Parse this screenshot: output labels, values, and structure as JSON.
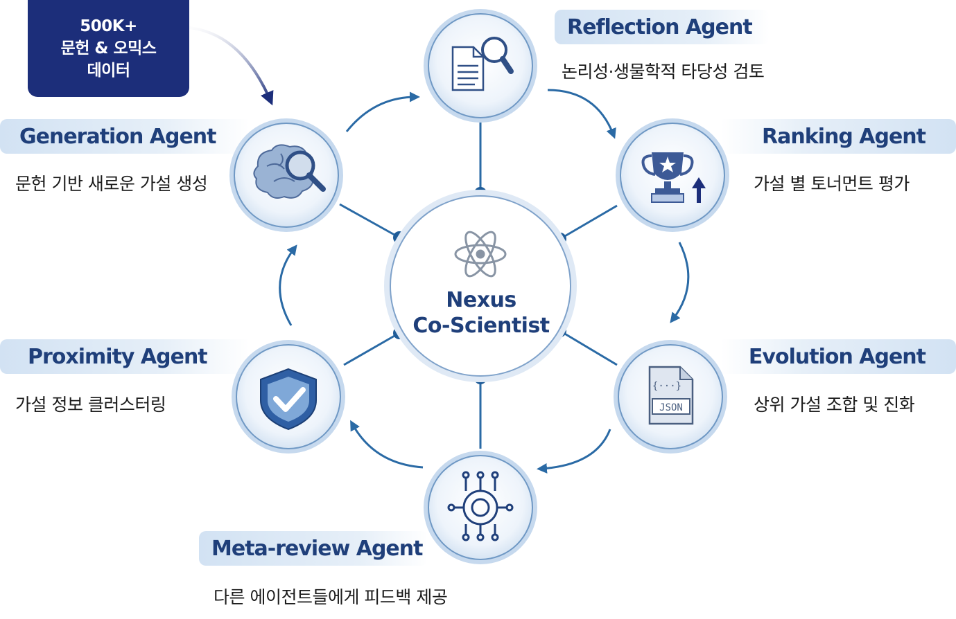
{
  "data_source": {
    "line1": "500K+",
    "line2": "문헌 & 오믹스",
    "line3": "데이터"
  },
  "center": {
    "line1": "Nexus",
    "line2": "Co-Scientist",
    "icon": "atom-icon"
  },
  "agents": {
    "reflection": {
      "title": "Reflection Agent",
      "desc": "논리성·생물학적 타당성 검토",
      "icon": "document-search-icon"
    },
    "ranking": {
      "title": "Ranking Agent",
      "desc": "가설 별 토너먼트 평가",
      "icon": "trophy-up-icon"
    },
    "evolution": {
      "title": "Evolution Agent",
      "desc": "상위 가설 조합 및 진화",
      "icon": "json-file-icon"
    },
    "meta_review": {
      "title": "Meta-review Agent",
      "desc": "다른 에이전트들에게 피드백 제공",
      "icon": "gear-network-icon"
    },
    "proximity": {
      "title": "Proximity Agent",
      "desc": "가설 정보 클러스터링",
      "icon": "shield-check-icon"
    },
    "generation": {
      "title": "Generation Agent",
      "desc": "문헌 기반 새로운 가설 생성",
      "icon": "brain-search-icon"
    }
  },
  "colors": {
    "navy": "#1c2e7a",
    "title_blue": "#1f3f7a",
    "connector_blue": "#2a6aa5",
    "banner_light": "#d2e2f3"
  }
}
